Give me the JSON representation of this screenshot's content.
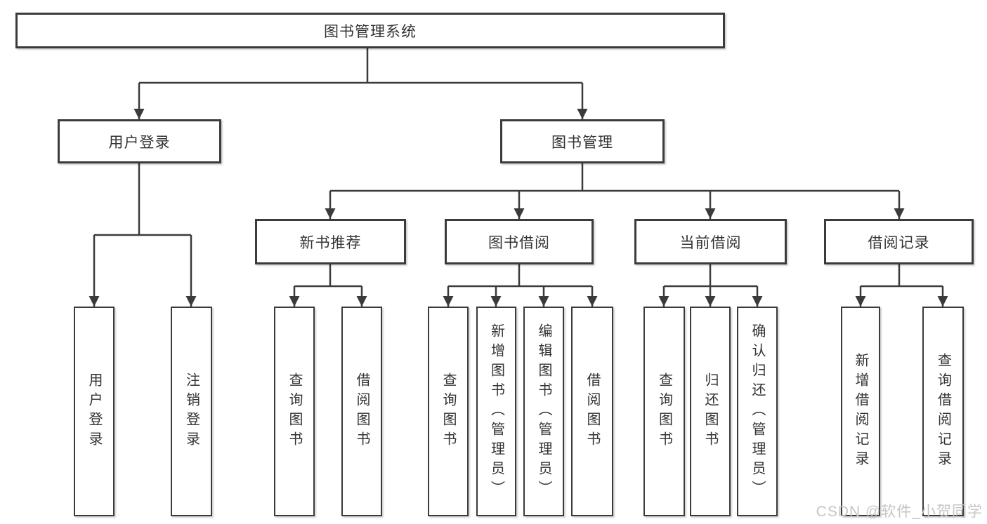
{
  "root": "图书管理系统",
  "user_login": {
    "label": "用户登录",
    "children": [
      "用户登录",
      "注销登录"
    ]
  },
  "book_management": {
    "label": "图书管理"
  },
  "sections": [
    {
      "label": "新书推荐",
      "children": [
        "查询图书",
        "借阅图书"
      ]
    },
    {
      "label": "图书借阅",
      "children": [
        "查询图书",
        "新增图书（管理员）",
        "编辑图书（管理员）",
        "借阅图书"
      ]
    },
    {
      "label": "当前借阅",
      "children": [
        "查询图书",
        "归还图书",
        "确认归还（管理员）"
      ]
    },
    {
      "label": "借阅记录",
      "children": [
        "新增借阅记录",
        "查询借阅记录"
      ]
    }
  ],
  "watermark": "CSDN @软件_小贺同学",
  "colors": {
    "line": "#3b3b3b",
    "box_border": "#3b3b3b",
    "box_background": "#ffffff",
    "text": "#333333",
    "watermark": "#c5c5c5"
  }
}
